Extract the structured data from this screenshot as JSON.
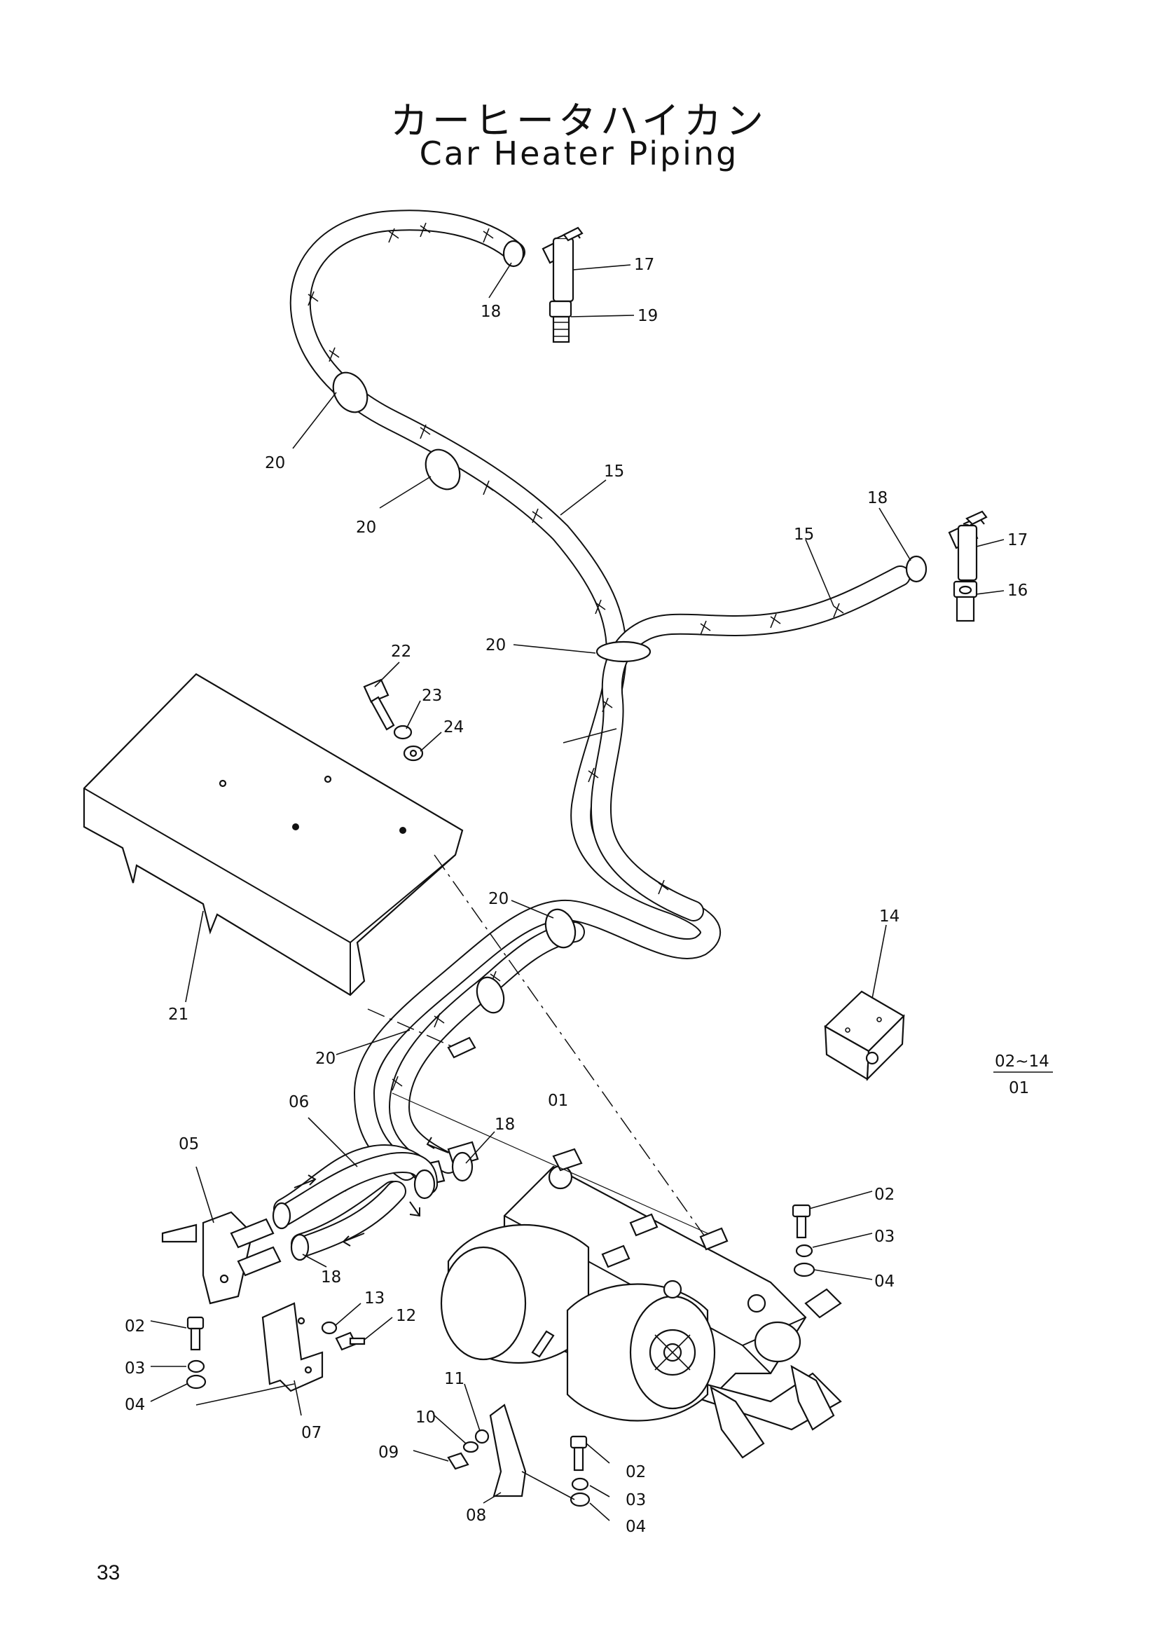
{
  "title_jp": "カーヒータハイカン",
  "title_en": "Car Heater Piping",
  "page_number": "33",
  "reference": {
    "range": "02~14",
    "base": "01"
  },
  "callouts": {
    "c01": "01",
    "c02a": "02",
    "c02b": "02",
    "c02c": "02",
    "c03a": "03",
    "c03b": "03",
    "c03c": "03",
    "c04a": "04",
    "c04b": "04",
    "c04c": "04",
    "c05": "05",
    "c06": "06",
    "c07": "07",
    "c08": "08",
    "c09": "09",
    "c10": "10",
    "c11": "11",
    "c12": "12",
    "c13": "13",
    "c14": "14",
    "c15a": "15",
    "c15b": "15",
    "c16": "16",
    "c17a": "17",
    "c17b": "17",
    "c18a": "18",
    "c18b": "18",
    "c18c": "18",
    "c18d": "18",
    "c19": "19",
    "c20a": "20",
    "c20b": "20",
    "c20c": "20",
    "c20d": "20",
    "c20e": "20",
    "c21": "21",
    "c22": "22",
    "c23": "23",
    "c24": "24"
  }
}
